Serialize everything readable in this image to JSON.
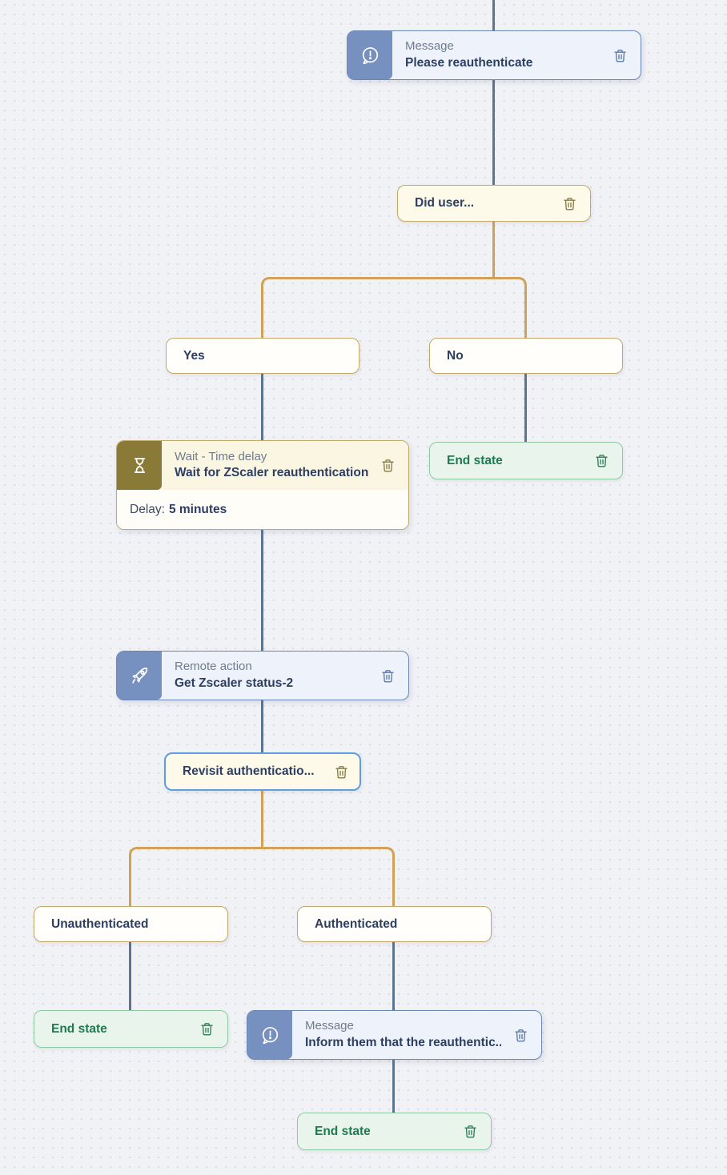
{
  "colors": {
    "canvas_bg": "#f1f2f6",
    "dot_grid": "#d9dbe2",
    "connector_slate": "#5d7591",
    "connector_gold": "#d1a155",
    "blue_node_bg": "#eef3fb",
    "blue_node_border": "#6b87b5",
    "blue_icon_bg": "#7690c0",
    "cream_node_bg": "#fdfae9",
    "tan_border": "#c2a96a",
    "olive_icon_bg": "#8a7a38",
    "green_node_bg": "#e9f5ec",
    "green_border": "#90c8a2",
    "green_text": "#1f7a4d",
    "title_text": "#2c3f63",
    "muted_text": "#6f7b8e",
    "selected_border": "#5f9de0"
  },
  "icons": {
    "message": "speech-bubble-exclamation-icon",
    "wait": "hourglass-icon",
    "remote_action": "rocket-icon",
    "delete": "trash-icon"
  },
  "nodes": {
    "message_reauth": {
      "type_label": "Message",
      "title": "Please reauthenticate"
    },
    "decision_did_user": {
      "label": "Did user..."
    },
    "branch_yes": {
      "label": "Yes"
    },
    "branch_no": {
      "label": "No"
    },
    "wait_delay": {
      "type_label": "Wait - Time delay",
      "title": "Wait for ZScaler reauthentication",
      "detail_label": "Delay:",
      "detail_value": "5 minutes"
    },
    "end_state_no": {
      "label": "End state"
    },
    "remote_action": {
      "type_label": "Remote action",
      "title": "Get Zscaler status-2"
    },
    "decision_revisit": {
      "label": "Revisit authenticatio..."
    },
    "branch_unauthenticated": {
      "label": "Unauthenticated"
    },
    "branch_authenticated": {
      "label": "Authenticated"
    },
    "end_state_unauth": {
      "label": "End state"
    },
    "message_inform": {
      "type_label": "Message",
      "title": "Inform them that the reauthentic..."
    },
    "end_state_final": {
      "label": "End state"
    }
  }
}
